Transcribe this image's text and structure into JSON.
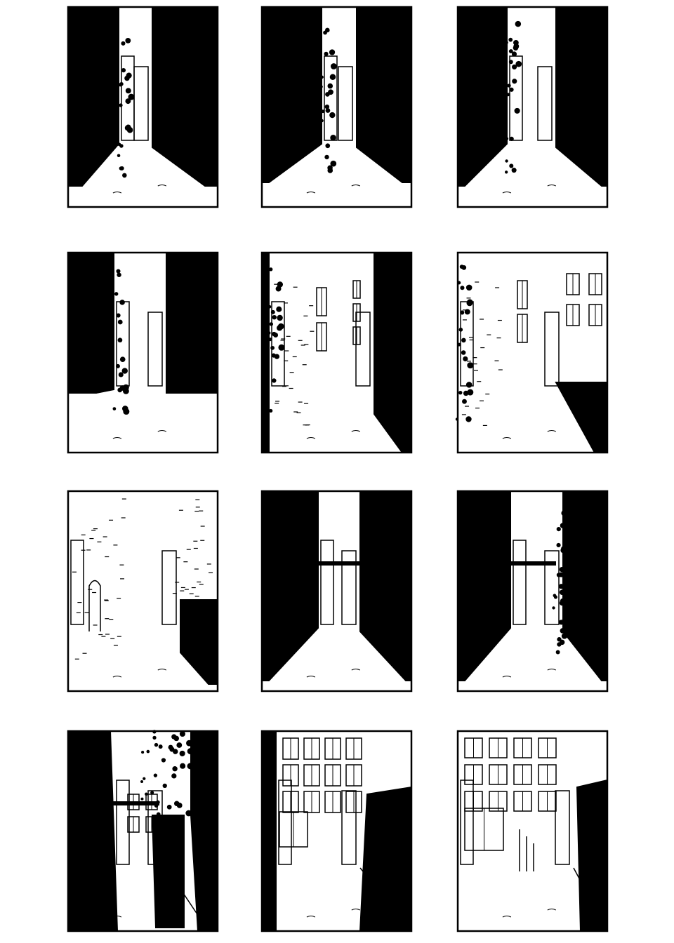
{
  "artwork": {
    "panel_count": 12,
    "rows": 4,
    "columns": 3,
    "ink_color": "#000000",
    "paper_color": "#ffffff"
  }
}
